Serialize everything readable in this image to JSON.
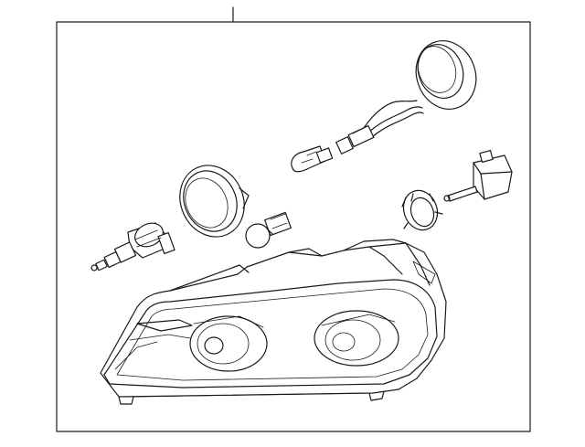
{
  "diagram": {
    "kind": "exploded parts illustration",
    "line_color": "#1a1a1a",
    "background": "#ffffff",
    "parts": [
      {
        "id": "headlamp-assembly",
        "icon": "headlamp-housing"
      },
      {
        "id": "turn-signal-socket",
        "icon": "bulb-socket"
      },
      {
        "id": "low-beam-dust-cap",
        "icon": "round-cap-ring"
      },
      {
        "id": "turn-signal-bulb",
        "icon": "round-bulb"
      },
      {
        "id": "side-marker-bulb",
        "icon": "wedge-bulb"
      },
      {
        "id": "marker-socket-harness",
        "icon": "socket-with-wires"
      },
      {
        "id": "high-beam-dust-cap",
        "icon": "round-cap-ring"
      },
      {
        "id": "hid-bulb-retainer",
        "icon": "bayonet-ring"
      },
      {
        "id": "hid-bulb",
        "icon": "xenon-bulb"
      }
    ]
  }
}
